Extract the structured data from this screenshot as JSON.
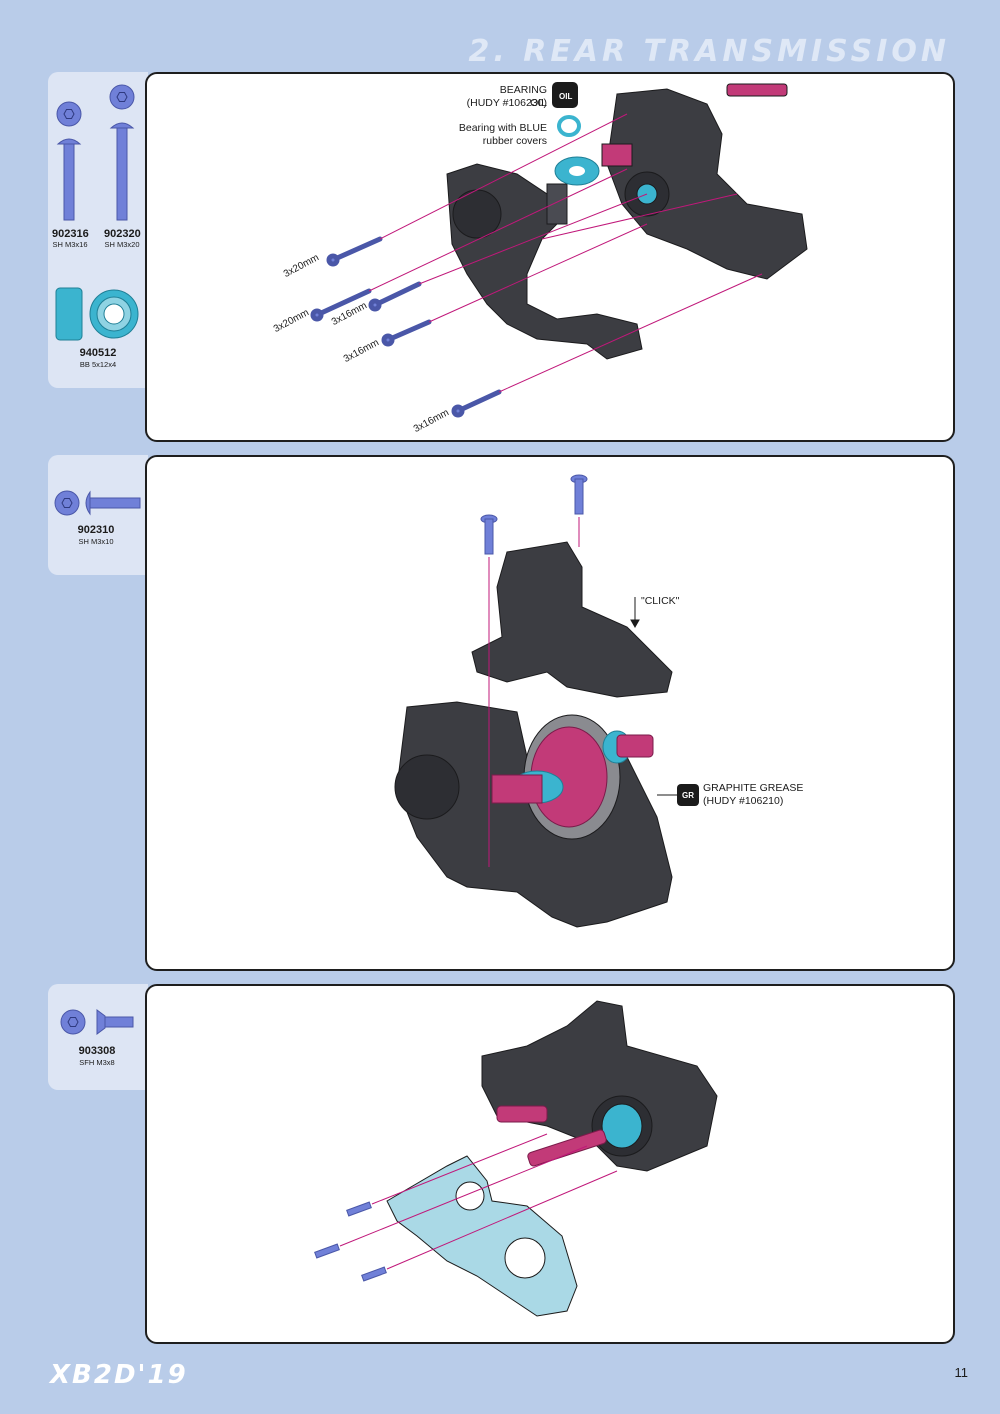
{
  "header": {
    "title": "2. REAR TRANSMISSION"
  },
  "step1": {
    "parts": [
      {
        "code": "902316",
        "desc": "SH M3x16"
      },
      {
        "code": "902320",
        "desc": "SH M3x20"
      },
      {
        "code": "940512",
        "desc": "BB 5x12x4"
      }
    ],
    "callouts": {
      "oil_line1": "BEARING OIL",
      "oil_line2": "(HUDY #106230)",
      "oil_icon": "OIL",
      "bearing_line1": "Bearing with BLUE",
      "bearing_line2": "rubber covers"
    },
    "dims": [
      "3x20mm",
      "3x20mm",
      "3x16mm",
      "3x16mm",
      "3x16mm"
    ]
  },
  "step2": {
    "parts": [
      {
        "code": "902310",
        "desc": "SH M3x10"
      }
    ],
    "callouts": {
      "click": "\"CLICK\"",
      "grease_line1": "GRAPHITE GREASE",
      "grease_line2": "(HUDY #106210)",
      "grease_icon": "GR"
    }
  },
  "step3": {
    "parts": [
      {
        "code": "903308",
        "desc": "SFH M3x8"
      }
    ]
  },
  "footer": {
    "logo": "XB2D'19",
    "page_number": "11"
  },
  "colors": {
    "background": "#b9cce9",
    "panel": "#ffffff",
    "accent_line": "#c0187a",
    "screw": "#6f7fd6",
    "bearing": "#3bb4cf",
    "part_dark": "#3a3b40",
    "gear": "#c23a78"
  }
}
